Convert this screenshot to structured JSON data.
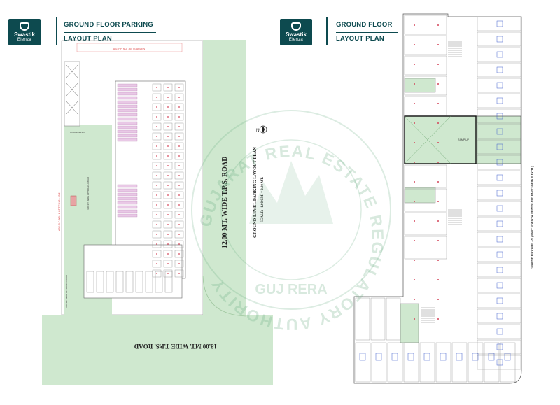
{
  "left_page": {
    "logo": {
      "name": "Swastik",
      "sub": "Elenza"
    },
    "title_line1": "GROUND FLOOR PARKING",
    "title_line2": "LAYOUT PLAN",
    "road_vertical": "12.00 MT. WIDE T.P.S. ROAD",
    "road_horizontal": "18.00 MT. WIDE T.P.S. ROAD",
    "plan_title": "GROUND LEVEL PARKING LAYOUT PLAN",
    "plan_scale": "SCALE:- 1.00 CM. = 2.00 MT.",
    "compass_letter": "N",
    "top_strip_label": "ADJ. F.P. NO. 164 ( GARDEN )",
    "adj_label": "ADJ. S.P. NO.- 2 OF F.P. NO.- 89/2",
    "access_label_1": "4.00 MT. WIDE APPROACH ROAD",
    "access_label_2": "6.00 MT. WIDE APPROACH ROAD",
    "common_plot_label": "COMMON PLOT"
  },
  "right_page": {
    "logo": {
      "name": "Swastik",
      "sub": "Elenza"
    },
    "title_line1": "GROUND FLOOR",
    "title_line2": "LAYOUT PLAN",
    "side_label": "GROUND FLOOR PLAN ( PART HOLLOW PLINTH AND PART SOLID PLINTH )",
    "ramp_label": "RAMP UP"
  },
  "watermark": {
    "ring_text": "GUJARAT REAL ESTATE REGULATORY AUTHORITY",
    "bottom_text": "GUJ RERA"
  },
  "colors": {
    "brand": "#0d4a4f",
    "green": "#cfe8cf",
    "green_dark": "#7fbf86",
    "parking_stall": "#e9c8e6",
    "red_mark": "#d4455a",
    "blue_mark": "#3f5dcc"
  }
}
